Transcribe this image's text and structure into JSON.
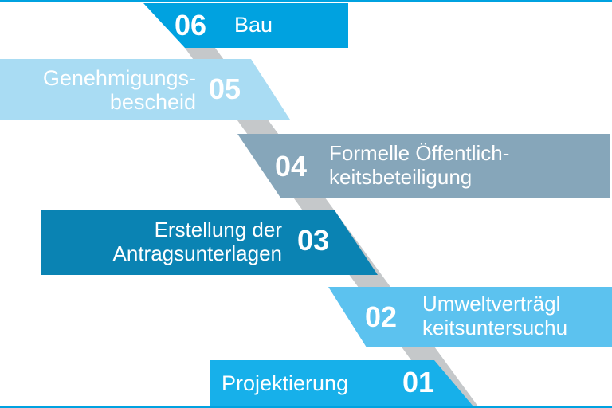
{
  "colors": {
    "frame": "#00a2e0",
    "connector": "#c5c8ca",
    "step_06": "#00a2e0",
    "step_05": "#a9dcf3",
    "step_04": "#86a6ba",
    "step_03": "#0a83b3",
    "step_02": "#5cc2ef",
    "step_01": "#17b0ea"
  },
  "steps": [
    {
      "number": "06",
      "label_lines": [
        "Bau"
      ]
    },
    {
      "number": "05",
      "label_lines": [
        "Genehmigungs-",
        "bescheid"
      ]
    },
    {
      "number": "04",
      "label_lines": [
        "Formelle Öffentlich-",
        "keitsbeteiligung"
      ]
    },
    {
      "number": "03",
      "label_lines": [
        "Erstellung der",
        "Antragsunterlagen"
      ]
    },
    {
      "number": "02",
      "label_lines": [
        "Umweltverträgl",
        "keitsuntersuchu"
      ]
    },
    {
      "number": "01",
      "label_lines": [
        "Projektierung"
      ]
    }
  ]
}
